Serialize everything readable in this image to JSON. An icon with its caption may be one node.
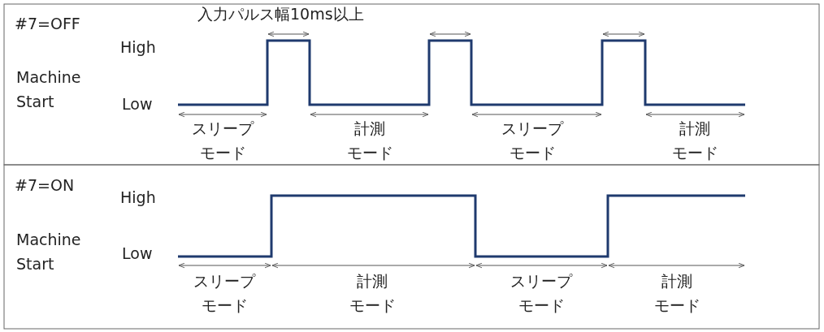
{
  "diagram": {
    "labels": [
      "#7=OFF",
      "入力パルス幅10ms以上",
      "High",
      "Machine Start",
      "Low",
      "スリープモード",
      "計測モード",
      "スリープモード",
      "計測モード",
      "#7=ON",
      "High",
      "Machine Start",
      "Low",
      "スリープモード",
      "計測モード",
      "スリープモード",
      "計測モード"
    ]
  }
}
